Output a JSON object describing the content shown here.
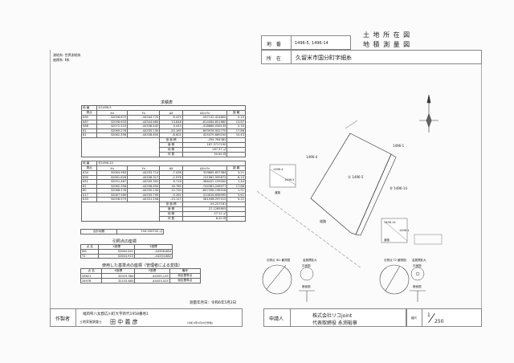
{
  "header": {
    "title1": "土 地 所 在 図",
    "title2": "地 積 測 量 図",
    "lot_label": "地 番",
    "lot_value": "1496-5, 1496-14",
    "location_label": "所 在",
    "location_value": "久留米市国分町字細糸"
  },
  "notes": {
    "datum": "測地系: 世界測地系",
    "coord_system": "座標系: Ⅱ系"
  },
  "calc_title": "求積表",
  "table1": {
    "lot_label": "地 番",
    "lot": "Ⓐ1496-5",
    "cols": [
      "測点",
      "Xn",
      "Yn",
      "ΔX",
      "ΔX×Yn",
      "距 離"
    ],
    "rows": [
      [
        "K90",
        "32058.675",
        "-44344.770",
        "8.475",
        "-297132.424800",
        "5.20"
      ],
      [
        "K87",
        "32058.633",
        "-44344.660",
        "13.848",
        "-614084.851680",
        "13.87"
      ],
      [
        "K88",
        "32072.523",
        "-44336.445",
        "9.443",
        "-418666.058135",
        "5.33"
      ],
      [
        "81",
        "32069.276",
        "-44335.130",
        "-20.165",
        "893976.902770",
        "17.86"
      ],
      [
        "61",
        "32062.356",
        "-44336.650",
        "-8.601",
        "425479.669250",
        "10.43"
      ]
    ],
    "summary": [
      [
        "倍 面 積",
        "-334.764382"
      ],
      [
        "面 積",
        "167.3717190"
      ],
      [
        "地 積",
        "167.37 ㎡"
      ],
      [
        "坪 数",
        "50.60 坪"
      ]
    ]
  },
  "table2": {
    "lot_label": "地 番",
    "lot": "Ⓑ1496-14",
    "cols": [
      "測点",
      "Xn",
      "Yn",
      "ΔX",
      "ΔX×Yn",
      "距 離"
    ],
    "rows": [
      [
        "K34",
        "32064.983",
        "-44333.714",
        "-7.438",
        "329865.657384",
        "3.21"
      ],
      [
        "K90",
        "32061.626",
        "-44336.317",
        "-2.978",
        "131981.995872",
        "6.15"
      ],
      [
        "K51",
        "32051.467",
        "-44335.352",
        "8.716",
        "-386422.159000",
        "1.44"
      ],
      [
        "81",
        "32062.356",
        "-44336.650",
        "16.789",
        "-744363.208977",
        "17.86"
      ],
      [
        "80",
        "32068.276",
        "-44335.130",
        "15.730",
        "-697396.198916",
        "1.51"
      ],
      [
        "K17",
        "32067.589",
        "-44335.795",
        "-9.261",
        "410616.696995",
        "5.61"
      ],
      [
        "K33",
        "32058.975",
        "-44331.256",
        "-13.127",
        "581938.297512",
        "5.22"
      ]
    ],
    "summary": [
      [
        "倍 面 積",
        "-54.257161"
      ],
      [
        "面 積",
        "27.1285805"
      ],
      [
        "地 積",
        "27.12 ㎡"
      ],
      [
        "坪 数",
        "8.20 坪"
      ]
    ]
  },
  "total": {
    "label": "合計地積",
    "value": "194.500745 ㎡"
  },
  "ref_points": {
    "title": "引照点の座標",
    "cols": [
      "点 名",
      "X座標",
      "Y座標"
    ],
    "rows": [
      [
        "IN1",
        "32064.541",
        "-44358.684"
      ],
      [
        "T2",
        "32044.913",
        "-44333.882"
      ]
    ]
  },
  "base_points": {
    "title": "使用した基準点の座標（管理者による変換）",
    "cols": [
      "点 名",
      "X座標",
      "Y座標",
      "備考"
    ],
    "rows": [
      [
        "26821",
        "32019.984",
        "-44355.133",
        "街区基準点"
      ],
      [
        "26978",
        "32153.683",
        "-44453.025",
        "街区基準点"
      ]
    ]
  },
  "survey_date": "測量年月日：令和6年5月2日",
  "map": {
    "lot_a": "Ⓐ 1496-5",
    "lot_b": "Ⓑ 1496-14",
    "n1": "1496-4",
    "n2": "1496-1",
    "road": "道路",
    "inset1": [
      "1496-4",
      "1496-5",
      "道路"
    ],
    "inset2": [
      "1496-14",
      "1496-1",
      "道路"
    ],
    "detail1": "引照点 IN1 観測図",
    "detail2": "引照点 T2 観測図",
    "metal": "金属標拡大",
    "plan": "平面図",
    "section": "断面図"
  },
  "footer": {
    "maker_label": "作製者",
    "maker_address": "福岡県八女郡広川町大字新代1958番地1",
    "maker_title": "土地家屋調査士",
    "maker_name": "田 中 義 彦",
    "maker_date": "(令和 6年5月29日作製)",
    "applicant_label": "申請人",
    "applicant_company": "株式会社リコjoint",
    "applicant_rep": "代表取締役  永渕裕章",
    "scale_label": "縮尺",
    "scale_num": "1",
    "scale_den": "250"
  }
}
